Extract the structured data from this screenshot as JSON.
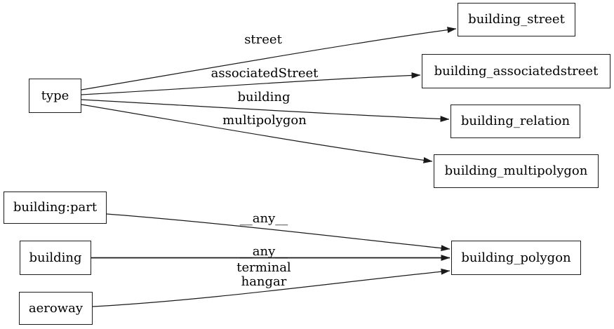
{
  "diagram": {
    "type": "directed-graph",
    "background_color": "#ffffff",
    "stroke_color": "#1a1a1a",
    "nodes": [
      {
        "id": "type",
        "label": "type"
      },
      {
        "id": "building_street",
        "label": "building_street"
      },
      {
        "id": "building_associatedstreet",
        "label": "building_associatedstreet"
      },
      {
        "id": "building_relation",
        "label": "building_relation"
      },
      {
        "id": "building_multipolygon",
        "label": "building_multipolygon"
      },
      {
        "id": "building:part",
        "label": "building:part"
      },
      {
        "id": "building",
        "label": "building"
      },
      {
        "id": "aeroway",
        "label": "aeroway"
      },
      {
        "id": "building_polygon",
        "label": "building_polygon"
      }
    ],
    "edges": [
      {
        "from": "type",
        "to": "building_street",
        "label": "street"
      },
      {
        "from": "type",
        "to": "building_associatedstreet",
        "label": "associatedStreet"
      },
      {
        "from": "type",
        "to": "building_relation",
        "label": "building"
      },
      {
        "from": "type",
        "to": "building_multipolygon",
        "label": "multipolygon"
      },
      {
        "from": "building:part",
        "to": "building_polygon",
        "label": "__any__"
      },
      {
        "from": "building",
        "to": "building_polygon",
        "label": "__any__"
      },
      {
        "from": "aeroway",
        "to": "building_polygon",
        "label": "terminal hangar",
        "label_lines": [
          "terminal",
          "hangar"
        ]
      }
    ]
  }
}
